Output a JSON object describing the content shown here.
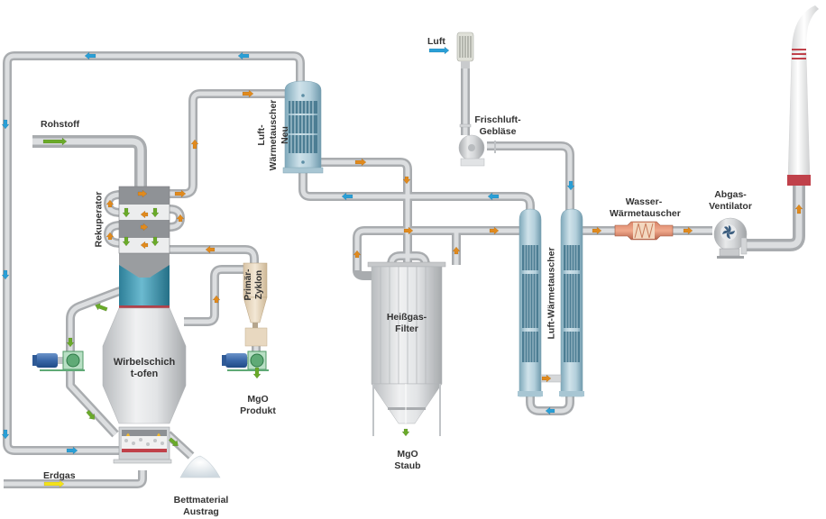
{
  "diagram": {
    "title": "MgO Wirbelschichtofen Prozessschema",
    "colors": {
      "pipe": "#c8cacc",
      "pipe_edge": "#a9acaf",
      "arrow_hot": "#e08a1e",
      "arrow_air": "#2a9fd6",
      "arrow_solid": "#6aaa2a",
      "arrow_gas": "#f4e21a",
      "vessel_blue": "#3b8fa8",
      "accent_red": "#c0414a"
    },
    "labels": {
      "rohstoff": "Rohstoff",
      "rekuperator": "Rekuperator",
      "luft_wt_neu_1": "Luft-",
      "luft_wt_neu_2": "Wärmetauscher",
      "luft_wt_neu_3": "Neu",
      "primaer_zyklon_1": "Primär-",
      "primaer_zyklon_2": "Zyklon",
      "wirbelschicht_1": "Wirbelschich",
      "wirbelschicht_2": "t-ofen",
      "mgo_produkt_1": "MgO",
      "mgo_produkt_2": "Produkt",
      "erdgas": "Erdgas",
      "bettmaterial_1": "Bettmaterial",
      "bettmaterial_2": "Austrag",
      "luft": "Luft",
      "frischluft_1": "Frischluft-",
      "frischluft_2": "Gebläse",
      "heissgas_1": "Heißgas-",
      "heissgas_2": "Filter",
      "mgo_staub_1": "MgO",
      "mgo_staub_2": "Staub",
      "luft_wt": "Luft-Wärmetauscher",
      "wasser_wt_1": "Wasser-",
      "wasser_wt_2": "Wärmetauscher",
      "abgas_1": "Abgas-",
      "abgas_2": "Ventilator"
    },
    "components": [
      {
        "id": "rekuperator",
        "name": "Rekuperator"
      },
      {
        "id": "wirbelschichtofen",
        "name": "Wirbelschichtofen"
      },
      {
        "id": "primaer-zyklon",
        "name": "Primär-Zyklon"
      },
      {
        "id": "luft-waermetauscher-neu",
        "name": "Luft-Wärmetauscher Neu"
      },
      {
        "id": "frischluft-geblaese",
        "name": "Frischluft-Gebläse"
      },
      {
        "id": "heissgas-filter",
        "name": "Heißgas-Filter"
      },
      {
        "id": "luft-waermetauscher",
        "name": "Luft-Wärmetauscher"
      },
      {
        "id": "wasser-waermetauscher",
        "name": "Wasser-Wärmetauscher"
      },
      {
        "id": "abgas-ventilator",
        "name": "Abgas-Ventilator"
      },
      {
        "id": "kamin",
        "name": "Kamin"
      }
    ]
  }
}
